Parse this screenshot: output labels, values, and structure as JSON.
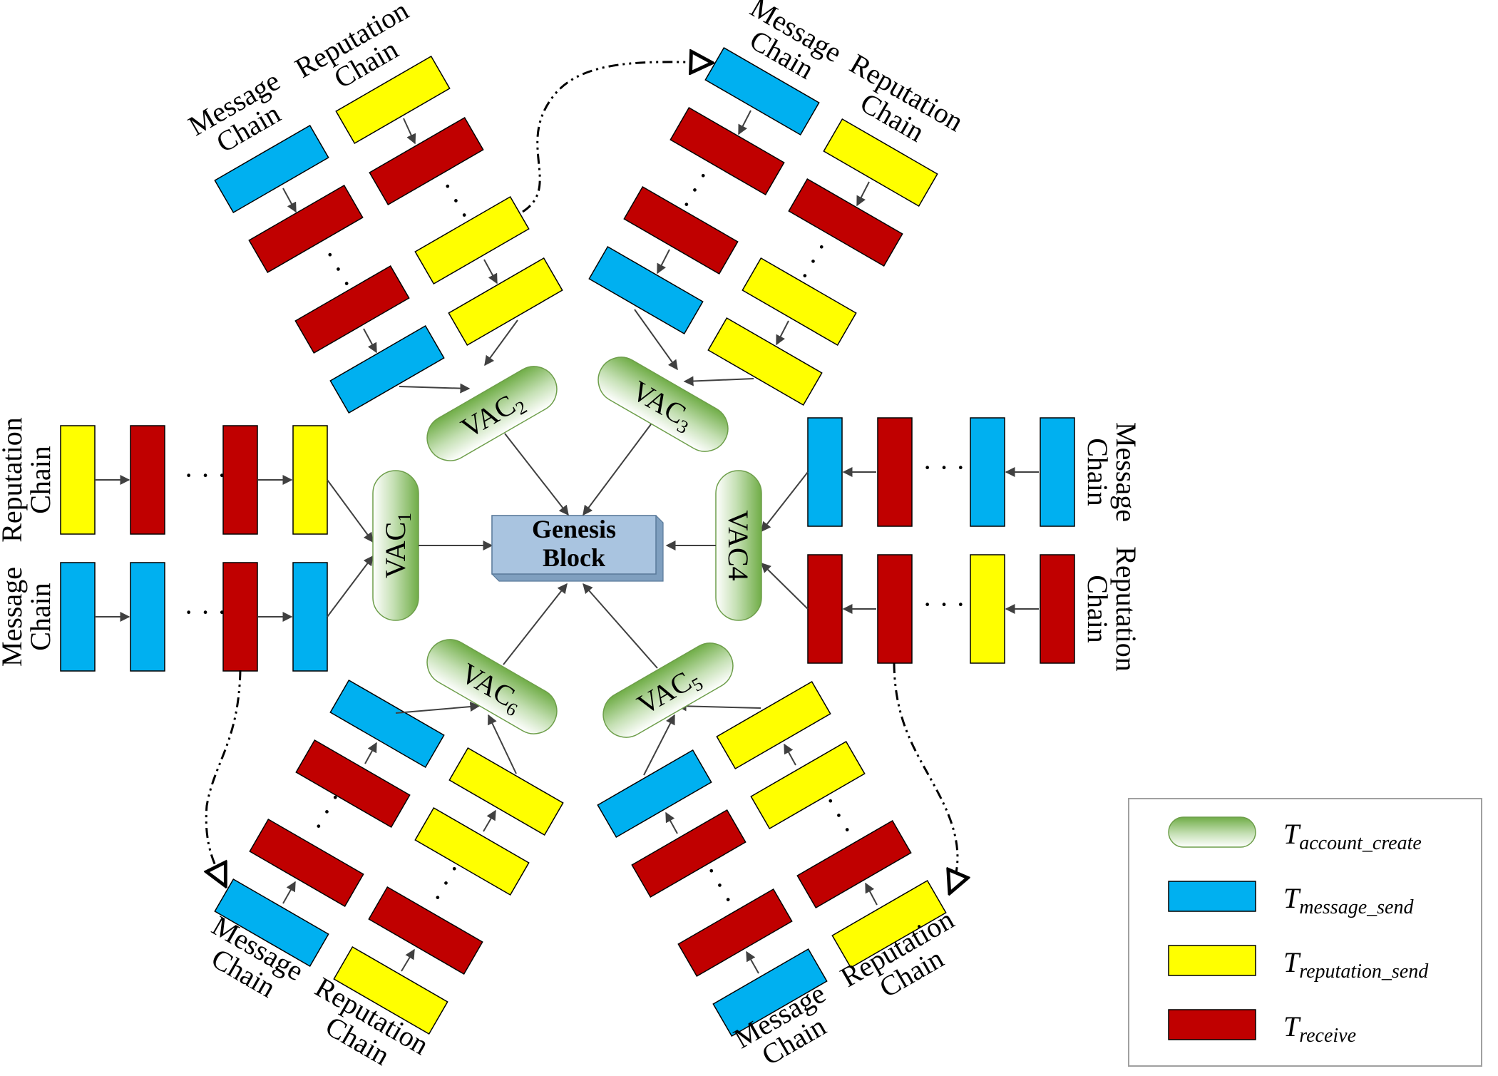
{
  "genesis": {
    "line1": "Genesis",
    "line2": "Block"
  },
  "vac": [
    {
      "label": "VAC",
      "sub": "1"
    },
    {
      "label": "VAC",
      "sub": "2"
    },
    {
      "label": "VAC",
      "sub": "3"
    },
    {
      "label": "VAC4",
      "sub": ""
    },
    {
      "label": "VAC",
      "sub": "5"
    },
    {
      "label": "VAC",
      "sub": "6"
    }
  ],
  "chain_labels": {
    "message": [
      "Message",
      "Chain"
    ],
    "reputation": [
      "Reputation",
      "Chain"
    ]
  },
  "ellipsis": "· · ·",
  "legend": [
    {
      "name": "account-create",
      "base": "T",
      "sub": "account_create",
      "kind": "pill"
    },
    {
      "name": "message-send",
      "base": "T",
      "sub": "message_send",
      "kind": "box",
      "color": "#00b0f0"
    },
    {
      "name": "reputation-send",
      "base": "T",
      "sub": "reputation_send",
      "kind": "box",
      "color": "#ffff00"
    },
    {
      "name": "receive",
      "base": "T",
      "sub": "receive",
      "kind": "box",
      "color": "#c00000"
    }
  ],
  "colors": {
    "message": "#00b0f0",
    "reputation": "#ffff00",
    "receive": "#c00000",
    "genesis": "#a9c4e0",
    "vac_dark": "#70ad47",
    "vac_light": "#ffffff"
  }
}
